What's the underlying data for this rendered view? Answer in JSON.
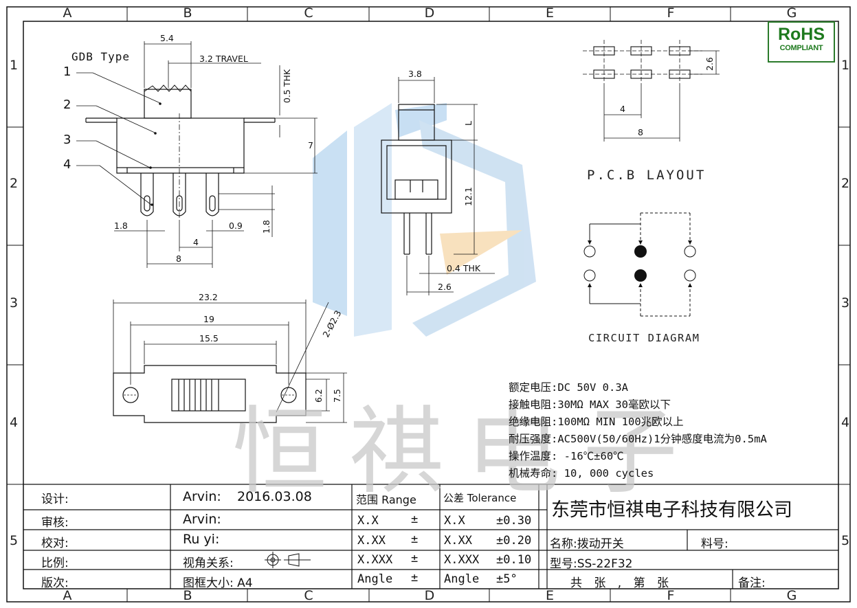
{
  "frame": {
    "columns": [
      "A",
      "B",
      "C",
      "D",
      "E",
      "F",
      "G"
    ],
    "rows": [
      "1",
      "2",
      "3",
      "4",
      "5"
    ]
  },
  "badge": {
    "title": "RoHS",
    "subtitle": "COMPLIANT",
    "color": "#1e7a1e"
  },
  "watermark": {
    "text": "恒祺电子"
  },
  "side_view": {
    "type_label": "GDB Type",
    "callouts": [
      "1",
      "2",
      "3",
      "4"
    ],
    "dims": {
      "top_width": "5.4",
      "travel": "3.2 TRAVEL",
      "thk": "0.5 THK",
      "height": "7",
      "pin_offset": "1.8",
      "pin_width": "0.9",
      "pin_height": "1.8",
      "pitch": "4",
      "span": "8"
    }
  },
  "end_view": {
    "dims": {
      "width": "3.8",
      "l": "L",
      "height": "12.1",
      "thk": "0.4 THK",
      "pitch": "2.6"
    }
  },
  "top_view": {
    "dims": {
      "overall": "23.2",
      "hole_pitch": "19",
      "body": "15.5",
      "holes": "2-Ø2.3",
      "inner_h": "6.2",
      "outer_h": "7.5"
    }
  },
  "pcb": {
    "title": "P.C.B LAYOUT",
    "pitch_v": "2.6",
    "pitch": "4",
    "span": "8"
  },
  "circuit": {
    "title": "CIRCUIT  DIAGRAM"
  },
  "specs": [
    "额定电压:DC 50V 0.3A",
    "接触电阻:30MΩ  MAX 30毫欧以下",
    "绝缘电阻:100MΩ  MIN 100兆欧以上",
    "耐压强度:AC500V(50/60Hz)1分钟感度电流为0.5mA",
    "操作温度: -16℃±60℃",
    "机械寿命: 10, 000 cycles"
  ],
  "title_block": {
    "rows_left": [
      "设计:",
      "审核:",
      "校对:",
      "比例:",
      "版次:"
    ],
    "designer": "Arvin:",
    "date": "2016.03.08",
    "checker": "Arvin:",
    "proof": "Ru  yi:",
    "projection": "视角关系:",
    "sheet_size": "图框大小:  A4",
    "range_header": "范围 Range",
    "tolerance_header": "公差 Tolerance",
    "range_rows": [
      "X.X",
      "X.XX",
      "X.XXX",
      "Angle"
    ],
    "pm": "±",
    "tol_rows": [
      {
        "fmt": "X.X",
        "val": "±0.30"
      },
      {
        "fmt": "X.XX",
        "val": "±0.20"
      },
      {
        "fmt": "X.XXX",
        "val": "±0.10"
      },
      {
        "fmt": "Angle",
        "val": "±5°"
      }
    ],
    "company": "东莞市恒祺电子科技有限公司",
    "name_label": "名称:拨动开关",
    "part_no_label": "料号:",
    "model": "型号:SS-22F32",
    "sheet_count": "共  张 , 第  张",
    "remark": "备注:"
  }
}
